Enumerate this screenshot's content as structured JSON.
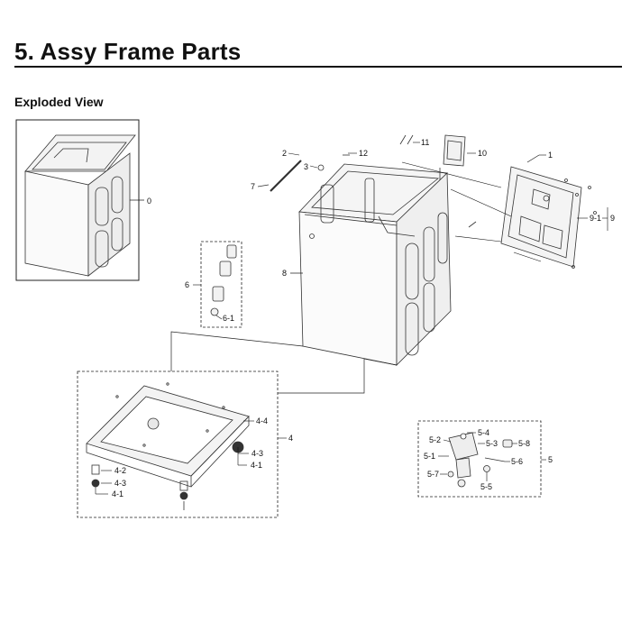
{
  "header": {
    "title": "5.  Assy Frame Parts",
    "subtitle": "Exploded View"
  },
  "labels": {
    "p0": "0",
    "p1": "1",
    "p2": "2",
    "p3": "3",
    "p4": "4",
    "p4_1a": "4-1",
    "p4_1b": "4-1",
    "p4_2": "4-2",
    "p4_3a": "4-3",
    "p4_3b": "4-3",
    "p4_4": "4-4",
    "p5": "5",
    "p5_1": "5-1",
    "p5_2": "5-2",
    "p5_3": "5-3",
    "p5_4": "5-4",
    "p5_5": "5-5",
    "p5_6": "5-6",
    "p5_7": "5-7",
    "p5_8": "5-8",
    "p6": "6",
    "p6_1": "6-1",
    "p7": "7",
    "p8": "8",
    "p9": "9",
    "p9_1": "9-1",
    "p10": "10",
    "p11": "11",
    "p12": "12"
  }
}
